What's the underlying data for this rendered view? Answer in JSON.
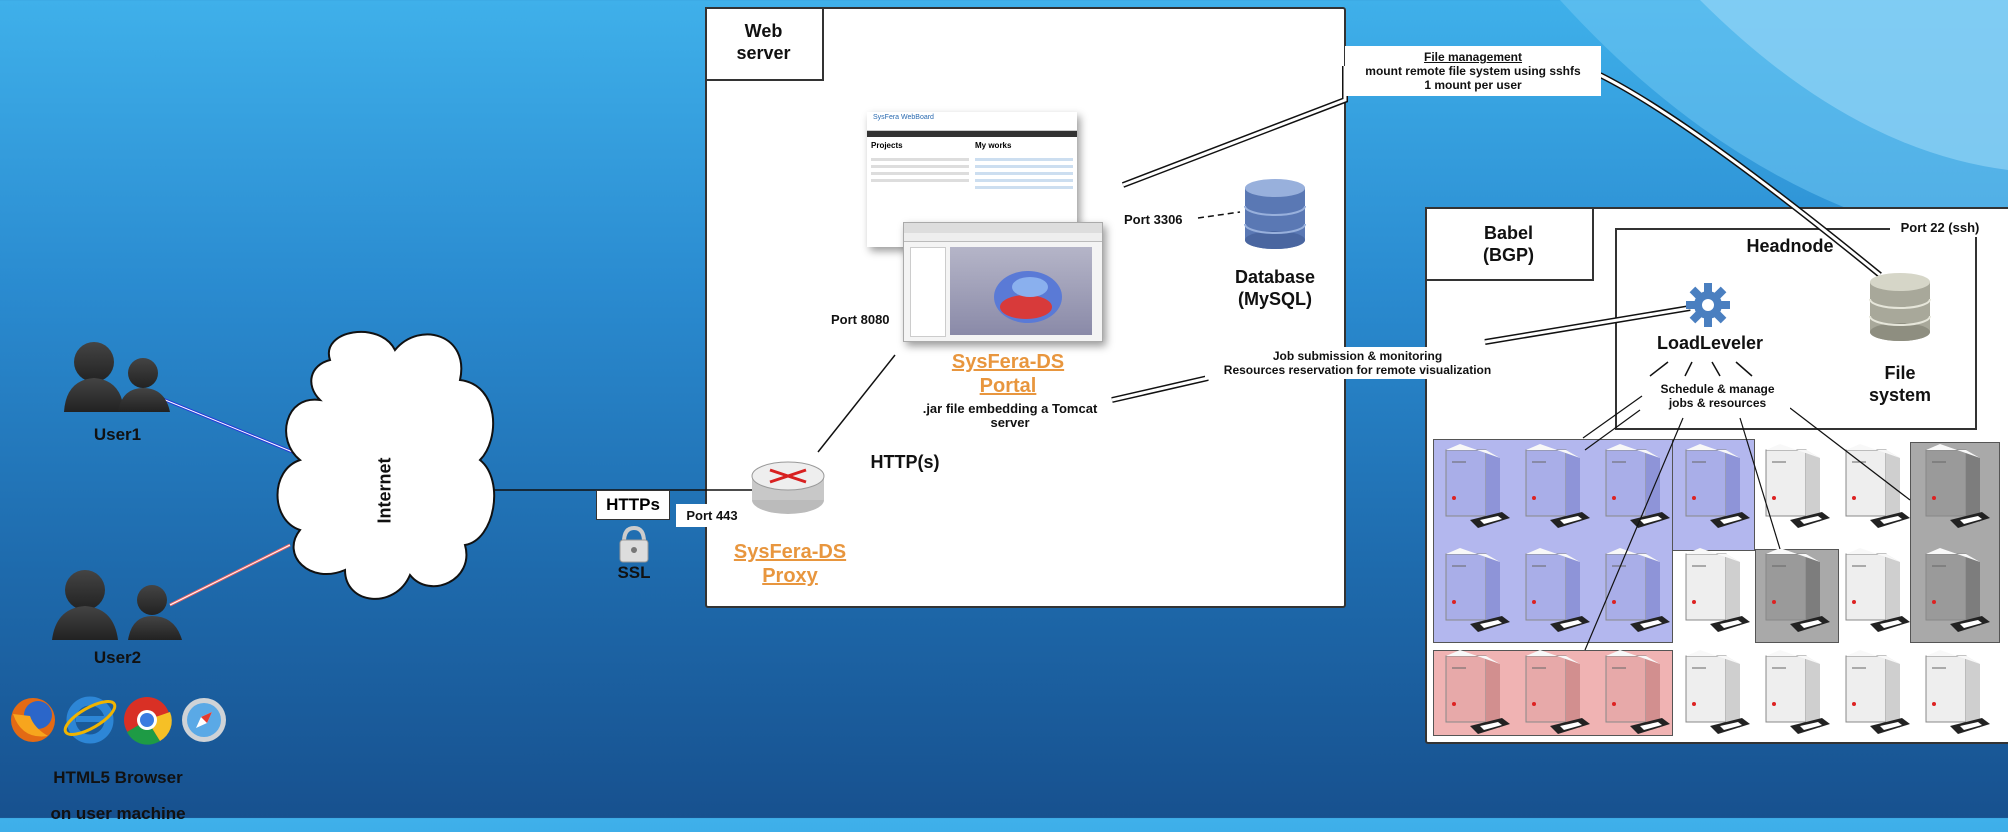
{
  "web_server": {
    "title_line1": "Web",
    "title_line2": "server",
    "port_3306": "Port 3306",
    "port_8080": "Port 8080",
    "database_line1": "Database",
    "database_line2": "(MySQL)",
    "portal_line1": "SysFera-DS",
    "portal_line2": "Portal",
    "jar_line1": ".jar file embedding a Tomcat",
    "jar_line2": "server",
    "http": "HTTP(s)",
    "port_443": "Port 443",
    "proxy_line1": "SysFera-DS",
    "proxy_line2": "Proxy"
  },
  "screenshot_top": {
    "logo": "SysFera WebBoard",
    "left_header": "Projects",
    "right_header": "My works"
  },
  "https_label": "HTTPs",
  "ssl_label": "SSL",
  "internet_label": "Internet",
  "users": [
    {
      "label": "User1"
    },
    {
      "label": "User2"
    }
  ],
  "browser_label_line1": "HTML5 Browser",
  "browser_label_line2": "on user machine",
  "browsers": [
    {
      "name": "firefox-icon"
    },
    {
      "name": "internet-explorer-icon"
    },
    {
      "name": "chrome-icon"
    },
    {
      "name": "safari-icon"
    }
  ],
  "file_management": {
    "title": "File management",
    "line1": "mount remote file system using sshfs",
    "line2": "1 mount per user"
  },
  "job_submission": {
    "line1": "Job submission & monitoring",
    "line2": "Resources reservation for remote visualization"
  },
  "babel": {
    "title_line1": "Babel",
    "title_line2": "(BGP)",
    "headnode": "Headnode",
    "port22": "Port 22 (ssh)",
    "loadleveler": "LoadLeveler",
    "schedule_line1": "Schedule & manage",
    "schedule_line2": "jobs & resources",
    "fs_line1": "File",
    "fs_line2": "system"
  },
  "colors": {
    "link": "#e8963e",
    "blue_group": "#b3b7ee",
    "red_group": "#f0b3b3",
    "grey_group": "#a9a9a9"
  }
}
